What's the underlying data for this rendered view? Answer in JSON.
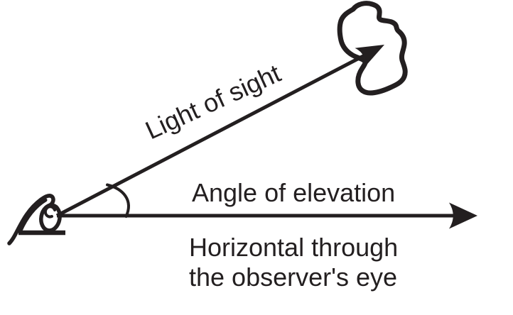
{
  "diagram": {
    "background_color": "#ffffff",
    "ink_color": "#231f20",
    "labels": {
      "line_of_sight": "Light of sight",
      "angle_of_elevation": "Angle of elevation",
      "horizontal_line1": "Horizontal through",
      "horizontal_line2": "the observer's eye"
    }
  }
}
